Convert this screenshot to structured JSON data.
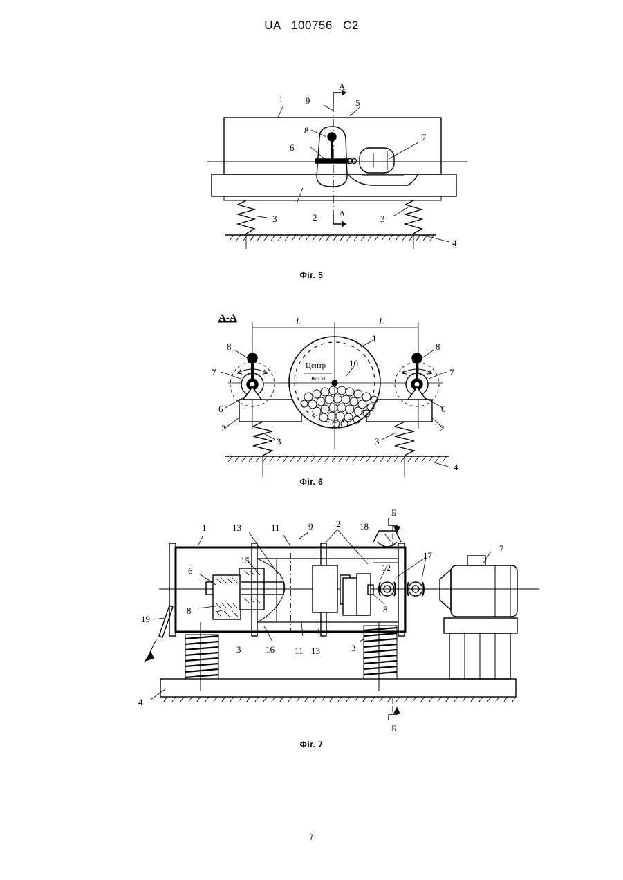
{
  "document": {
    "header": "UA 100756 C2",
    "page_number": "7"
  },
  "fig5": {
    "caption": "Фіг. 5",
    "section_mark": "A",
    "labels": {
      "l1": "1",
      "l2": "2",
      "l3a": "3",
      "l3b": "3",
      "l4": "4",
      "l5": "5",
      "l6": "6",
      "l7": "7",
      "l8": "8",
      "l9": "9"
    }
  },
  "fig6": {
    "caption": "Фіг. 6",
    "section_title": "A-A",
    "dimension": "L",
    "center_text_1": "Центр",
    "center_text_2": "ваги",
    "labels": {
      "l1": "1",
      "l2a": "2",
      "l2b": "2",
      "l3a": "3",
      "l3b": "3",
      "l4": "4",
      "l6a": "6",
      "l6b": "6",
      "l7a": "7",
      "l7b": "7",
      "l8a": "8",
      "l8b": "8",
      "l10": "10"
    }
  },
  "fig7": {
    "caption": "Фіг. 7",
    "section_mark": "Б",
    "labels": {
      "l1": "1",
      "l2": "2",
      "l3a": "3",
      "l3b": "3",
      "l4": "4",
      "l6": "6",
      "l7": "7",
      "l8a": "8",
      "l8b": "8",
      "l9": "9",
      "l11a": "11",
      "l11b": "11",
      "l12": "12",
      "l13a": "13",
      "l13b": "13",
      "l15": "15",
      "l16": "16",
      "l17": "17",
      "l18": "18",
      "l19": "19"
    }
  }
}
